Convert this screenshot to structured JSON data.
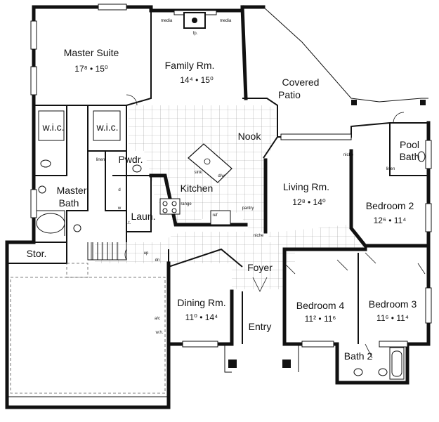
{
  "rooms": {
    "master_suite": {
      "name": "Master Suite",
      "dim": "17⁸ • 15⁰"
    },
    "family": {
      "name": "Family Rm.",
      "dim": "14⁴ • 15⁰"
    },
    "covered_patio": {
      "line1": "Covered",
      "line2": "Patio"
    },
    "wic_left": {
      "name": "w.i.c."
    },
    "wic_right": {
      "name": "w.i.c."
    },
    "nook": {
      "name": "Nook"
    },
    "pwdr": {
      "name": "Pwdr."
    },
    "kitchen": {
      "name": "Kitchen"
    },
    "master_bath": {
      "line1": "Master",
      "line2": "Bath"
    },
    "laun": {
      "name": "Laun."
    },
    "living": {
      "name": "Living Rm.",
      "dim": "12⁸ • 14⁰"
    },
    "pool_bath": {
      "line1": "Pool",
      "line2": "Bath"
    },
    "bedroom2": {
      "name": "Bedroom 2",
      "dim": "12⁶ • 11⁴"
    },
    "stor": {
      "name": "Stor."
    },
    "foyer": {
      "name": "Foyer"
    },
    "dining": {
      "name": "Dining Rm.",
      "dim": "11⁰ • 14⁴"
    },
    "bedroom4": {
      "name": "Bedroom 4",
      "dim": "11² • 11⁶"
    },
    "bedroom3": {
      "name": "Bedroom 3",
      "dim": "11⁶ • 11⁴"
    },
    "entry": {
      "name": "Entry"
    },
    "bath2": {
      "name": "Bath 2"
    }
  },
  "fixtures": {
    "media_left": "media",
    "media_right": "media",
    "fp": "fp.",
    "linen_left": "linen",
    "linen_right": "linen",
    "niche_top": "niche",
    "niche_bottom": "niche",
    "pantry": "pantry",
    "sink": "sink",
    "dw": "d/w",
    "range": "range",
    "ref": "ref",
    "d": "d",
    "w": "w",
    "lt": "l.t.",
    "up": "up",
    "dn": "dn",
    "ac": "a/c",
    "wh": "w.h."
  }
}
